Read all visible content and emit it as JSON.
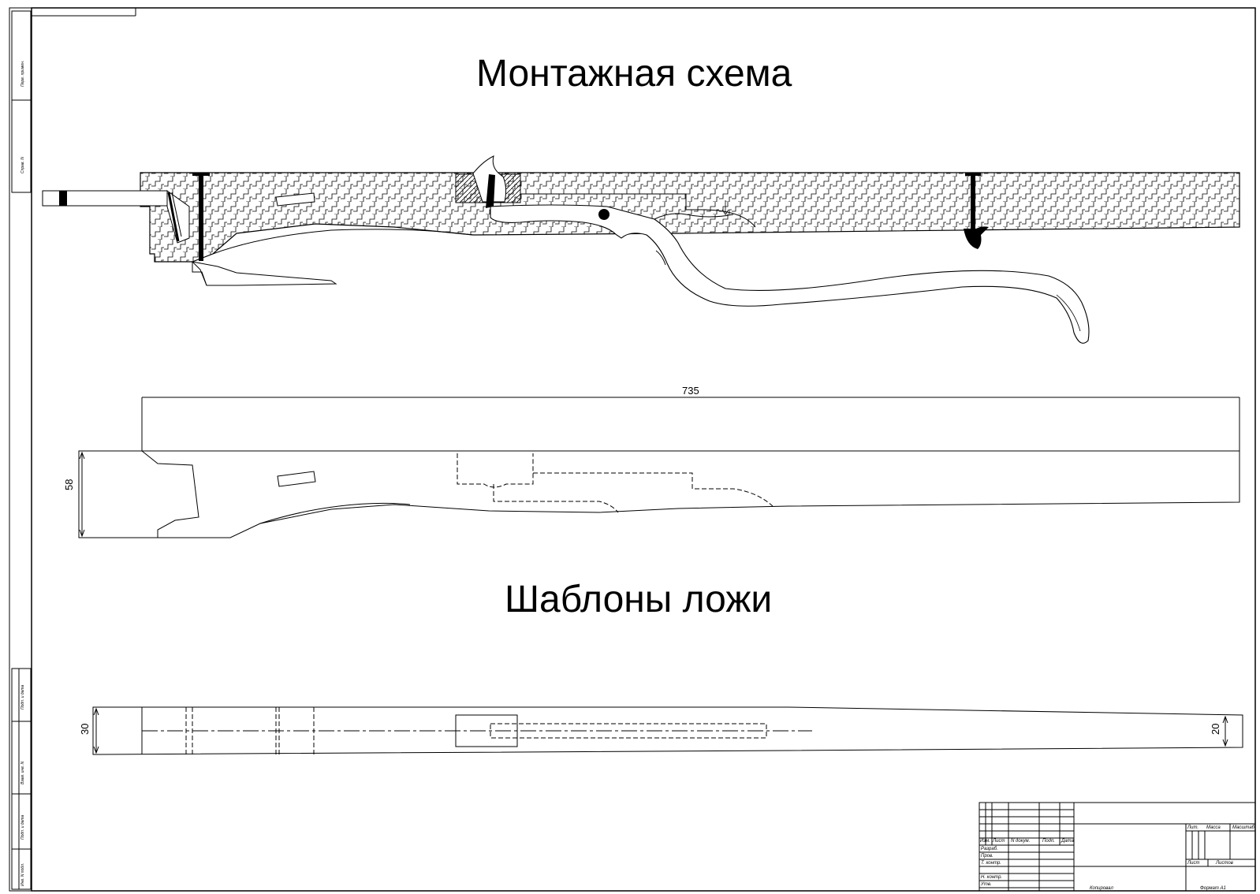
{
  "titles": {
    "montage": "Монтажная схема",
    "templates": "Шаблоны ложи"
  },
  "dimensions": {
    "total_length": "735",
    "height": "58",
    "butt_width": "30",
    "fore_width": "20"
  },
  "title_block": {
    "col_headers": [
      "Изм.",
      "Лист",
      "N докум.",
      "Подп.",
      "Дата"
    ],
    "rows": [
      "Разраб.",
      "Пров.",
      "Т. контр.",
      "Н. контр.",
      "Утв."
    ],
    "stage_headers": [
      "Лит.",
      "Масса",
      "Масштаб"
    ],
    "sheet_labels": [
      "Лист",
      "Листов"
    ],
    "copied": "Копировал",
    "format": "Формат А1"
  },
  "side_labels": [
    "Перв. примен.",
    "Справ. N",
    "Подп. и дата",
    "Взам. инв. N",
    "Подп. и дата",
    "Инв. N подл."
  ],
  "colors": {
    "ink": "#000000",
    "paper": "#ffffff"
  }
}
